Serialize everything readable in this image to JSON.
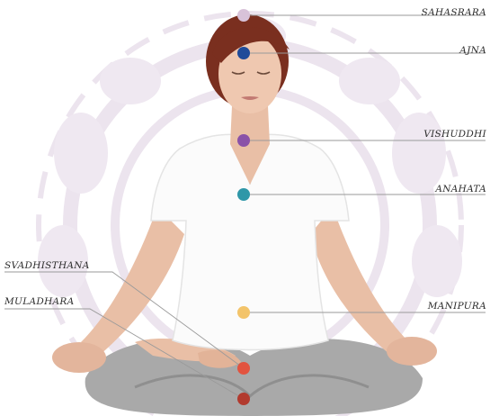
{
  "chakras": [
    {
      "name": "SAHASRARA",
      "color": "#d8c2d9"
    },
    {
      "name": "AJNA",
      "color": "#1f4b99"
    },
    {
      "name": "VISHUDDHI",
      "color": "#8a52a8"
    },
    {
      "name": "ANAHATA",
      "color": "#2f97a8"
    },
    {
      "name": "MANIPURA",
      "color": "#f3c46a"
    },
    {
      "name": "SVADHISTHANA",
      "color": "#e2533f"
    },
    {
      "name": "MULADHARA",
      "color": "#b23a2e"
    }
  ],
  "colors": {
    "mandala": "#ece4ee",
    "shirt": "#fbfbfb",
    "pants": "#a9a9a9",
    "skin": "#e9bfa6",
    "hair": "#7a2f1f",
    "leader": "#9a9a9a"
  }
}
